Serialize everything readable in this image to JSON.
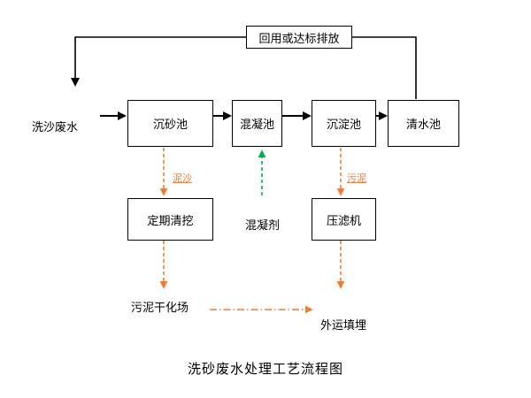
{
  "title": "洗砂废水处理工艺流程图",
  "colors": {
    "flow": "#000000",
    "sludge": "#ED7D31",
    "coagulant": "#00B050"
  },
  "recycle_label": "回用或达标排放",
  "input_label": "洗沙废水",
  "boxes": {
    "grit_chamber": "沉砂池",
    "coagulation_tank": "混凝池",
    "sedimentation_tank": "沉淀池",
    "clear_water_tank": "清水池",
    "periodic_dredging": "定期清挖",
    "filter_press": "压滤机"
  },
  "stream_labels": {
    "sediment": "泥沙",
    "sludge": "污泥"
  },
  "coagulant_label": "混凝剂",
  "drying_field_label": "污泥干化场",
  "landfill_label": "外运填埋"
}
